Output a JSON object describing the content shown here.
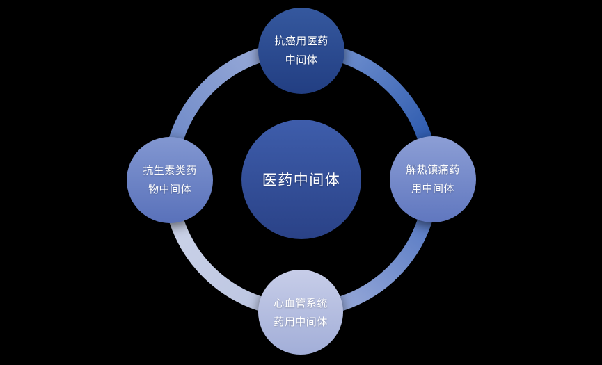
{
  "diagram": {
    "type": "cycle-hub",
    "center_label": "医药中间体",
    "nodes": {
      "top": {
        "line1": "抗癌用医药",
        "line2": "中间体"
      },
      "right": {
        "line1": "解热镇痛药",
        "line2": "用中间体"
      },
      "bottom": {
        "line1": "心血管系统",
        "line2": "药用中间体"
      },
      "left": {
        "line1": "抗生素类药",
        "line2": "物中间体"
      }
    },
    "colors": {
      "background": "#000000",
      "text": "#FFFFFF",
      "node_center": {
        "from": "#3E5DAB",
        "to": "#2A4287"
      },
      "node_top": {
        "from": "#35589E",
        "to": "#223E82"
      },
      "node_right": {
        "from": "#8C9ED5",
        "to": "#6077BF"
      },
      "node_bottom": {
        "from": "#C7CDE8",
        "to": "#A2AED8"
      },
      "node_left": {
        "from": "#8297D1",
        "to": "#5971BA"
      },
      "arc_top_right": {
        "from": "#7E9BD6",
        "to": "#1E4EA6"
      },
      "arc_bottom_right": {
        "from": "#4A70BF",
        "to": "#A5B3DD"
      },
      "arc_bottom_left": {
        "from": "#B9C3E0",
        "to": "#CED5E9"
      },
      "arc_top_left": {
        "from": "#6784C5",
        "to": "#9FAFDA"
      }
    }
  }
}
